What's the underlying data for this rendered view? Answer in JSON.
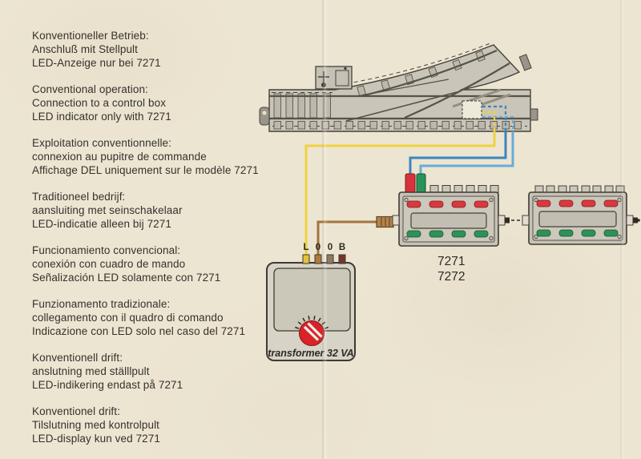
{
  "text_blocks": [
    {
      "language": "german",
      "lines": [
        "Konventioneller Betrieb:",
        "Anschluß mit Stellpult",
        "LED-Anzeige nur bei 7271"
      ]
    },
    {
      "language": "english",
      "lines": [
        "Conventional operation:",
        "Connection to a control box",
        "LED indicator only with 7271"
      ]
    },
    {
      "language": "french",
      "lines": [
        "Exploitation conventionnelle:",
        "connexion au pupitre de commande",
        "Affichage DEL uniquement sur le modèle 7271"
      ]
    },
    {
      "language": "dutch",
      "lines": [
        "Traditioneel bedrijf:",
        "aansluiting met seinschakelaar",
        "LED-indicatie alleen bij 7271"
      ]
    },
    {
      "language": "spanish",
      "lines": [
        "Funcionamiento convencional:",
        "conexión con cuadro de mando",
        "Señalización LED solamente con 7271"
      ]
    },
    {
      "language": "italian",
      "lines": [
        "Funzionamento tradizionale:",
        "collegamento con il quadro di comando",
        "Indicazione con LED solo nel caso del 7271"
      ]
    },
    {
      "language": "swedish",
      "lines": [
        "Konventionell drift:",
        "anslutning med ställlpult",
        "LED-indikering endast på 7271"
      ]
    },
    {
      "language": "danish",
      "lines": [
        "Konventionel drift:",
        "Tilslutning med kontrolpult",
        "LED-display kun ved 7271"
      ]
    }
  ],
  "diagram": {
    "transformer": {
      "label": "transformer 32 VA",
      "knob_color": "#d8232b",
      "terminals": [
        {
          "letter": "L",
          "color": "#e3c23a"
        },
        {
          "letter": "0",
          "color": "#b07a3a"
        },
        {
          "letter": "0",
          "color": "#8d7a5f"
        },
        {
          "letter": "B",
          "color": "#76352a"
        }
      ]
    },
    "control_box": {
      "model_1": "7271",
      "model_2": "7272"
    },
    "wires": {
      "yellow": "#f0d23c",
      "blue_dark": "#3d85c0",
      "blue_light": "#68acd8",
      "brown": "#a5743c"
    },
    "plugs": {
      "red": "#d8333a",
      "green": "#27955a",
      "brown": "#b5834a"
    },
    "buttons": {
      "red": "#d8393e",
      "green": "#2f9158"
    }
  },
  "colors": {
    "paper": "#ece5d2",
    "ink": "#35322c",
    "track_gray": "#c9c5b8"
  }
}
